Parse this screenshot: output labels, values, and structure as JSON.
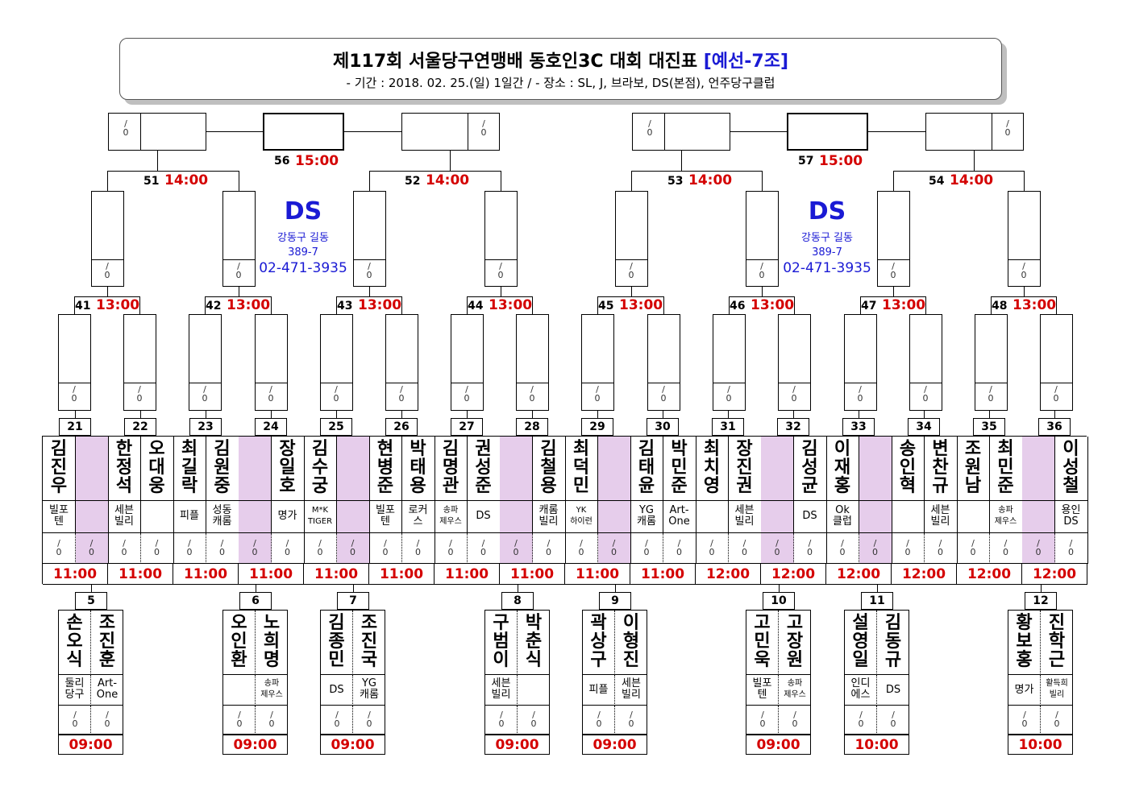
{
  "header": {
    "title_main": "제117회 서울당구연맹배 동호인3C 대회 대진표",
    "title_group": "[예선-7조]",
    "subtitle": "- 기간 : 2018. 02. 25.(일) 1일간 / - 장소 : SL, J, 브라보, DS(본점), 언주당구클럽"
  },
  "score_placeholder": "/\n0",
  "finals": [
    {
      "num": "56",
      "time": "15:00"
    },
    {
      "num": "57",
      "time": "15:00"
    }
  ],
  "semis": [
    {
      "num": "51",
      "time": "14:00"
    },
    {
      "num": "52",
      "time": "14:00"
    },
    {
      "num": "53",
      "time": "14:00"
    },
    {
      "num": "54",
      "time": "14:00"
    }
  ],
  "venue_blocks": [
    {
      "name": "DS",
      "address1": "강동구 길동",
      "address2": "389-7",
      "phone": "02-471-3935"
    },
    {
      "name": "DS",
      "address1": "강동구 길동",
      "address2": "389-7",
      "phone": "02-471-3935"
    }
  ],
  "round2": [
    {
      "num": "41",
      "time": "13:00"
    },
    {
      "num": "42",
      "time": "13:00"
    },
    {
      "num": "43",
      "time": "13:00"
    },
    {
      "num": "44",
      "time": "13:00"
    },
    {
      "num": "45",
      "time": "13:00"
    },
    {
      "num": "46",
      "time": "13:00"
    },
    {
      "num": "47",
      "time": "13:00"
    },
    {
      "num": "48",
      "time": "13:00"
    }
  ],
  "round1": [
    {
      "num": "21",
      "time": "11:00",
      "players": [
        {
          "name": "김진우",
          "club": "빌포\n텐"
        },
        {
          "name": "",
          "club": "",
          "empty": true
        }
      ]
    },
    {
      "num": "22",
      "time": "11:00",
      "players": [
        {
          "name": "한정석",
          "club": "세븐\n빌리"
        },
        {
          "name": "오대웅",
          "club": ""
        }
      ]
    },
    {
      "num": "23",
      "time": "11:00",
      "players": [
        {
          "name": "최길락",
          "club": "피플"
        },
        {
          "name": "김원중",
          "club": "성동\n캐롬"
        }
      ]
    },
    {
      "num": "24",
      "time": "11:00",
      "players": [
        {
          "name": "",
          "club": "",
          "empty": true
        },
        {
          "name": "장일호",
          "club": "명가"
        }
      ]
    },
    {
      "num": "25",
      "time": "11:00",
      "players": [
        {
          "name": "김수궁",
          "club": "M*K\nTIGER",
          "small": true
        },
        {
          "name": "",
          "club": "",
          "empty": true
        }
      ]
    },
    {
      "num": "26",
      "time": "11:00",
      "players": [
        {
          "name": "현병준",
          "club": "빌포\n텐"
        },
        {
          "name": "박태용",
          "club": "로커\n스"
        }
      ]
    },
    {
      "num": "27",
      "time": "11:00",
      "players": [
        {
          "name": "김명관",
          "club": "송파\n제우스",
          "small": true
        },
        {
          "name": "권성준",
          "club": "DS"
        }
      ]
    },
    {
      "num": "28",
      "time": "11:00",
      "players": [
        {
          "name": "",
          "club": "",
          "empty": true
        },
        {
          "name": "김철용",
          "club": "캐롬\n빌리"
        }
      ]
    },
    {
      "num": "29",
      "time": "11:00",
      "players": [
        {
          "name": "최덕민",
          "club": "YK\n하이런",
          "small": true
        },
        {
          "name": "",
          "club": "",
          "empty": true
        }
      ]
    },
    {
      "num": "30",
      "time": "11:00",
      "players": [
        {
          "name": "김태윤",
          "club": "YG\n캐롬"
        },
        {
          "name": "박민준",
          "club": "Art-\nOne"
        }
      ]
    },
    {
      "num": "31",
      "time": "12:00",
      "players": [
        {
          "name": "최치영",
          "club": ""
        },
        {
          "name": "장진권",
          "club": "세븐\n빌리"
        }
      ]
    },
    {
      "num": "32",
      "time": "12:00",
      "players": [
        {
          "name": "",
          "club": "",
          "empty": true
        },
        {
          "name": "김성균",
          "club": "DS"
        }
      ]
    },
    {
      "num": "33",
      "time": "12:00",
      "players": [
        {
          "name": "이재홍",
          "club": "Ok\n클럽"
        },
        {
          "name": "",
          "club": "",
          "empty": true
        }
      ]
    },
    {
      "num": "34",
      "time": "12:00",
      "players": [
        {
          "name": "송인혁",
          "club": ""
        },
        {
          "name": "변찬규",
          "club": "세븐\n빌리"
        }
      ]
    },
    {
      "num": "35",
      "time": "12:00",
      "players": [
        {
          "name": "조원남",
          "club": ""
        },
        {
          "name": "최민준",
          "club": "송파\n제우스",
          "small": true
        }
      ]
    },
    {
      "num": "36",
      "time": "12:00",
      "players": [
        {
          "name": "",
          "club": "",
          "empty": true
        },
        {
          "name": "이성철",
          "club": "용인\nDS"
        }
      ]
    }
  ],
  "prelims": [
    {
      "num": "5",
      "time": "09:00",
      "players": [
        {
          "name": "손오식",
          "club": "둘리\n당구"
        },
        {
          "name": "조진훈",
          "club": "Art-\nOne"
        }
      ]
    },
    {
      "num": "6",
      "time": "09:00",
      "players": [
        {
          "name": "오인환",
          "club": ""
        },
        {
          "name": "노희명",
          "club": "송파\n제우스",
          "small": true
        }
      ]
    },
    {
      "num": "7",
      "time": "09:00",
      "players": [
        {
          "name": "김종민",
          "club": "DS"
        },
        {
          "name": "조진국",
          "club": "YG\n캐롬"
        }
      ]
    },
    {
      "num": "8",
      "time": "09:00",
      "players": [
        {
          "name": "구범이",
          "club": "세븐\n빌리"
        },
        {
          "name": "박춘식",
          "club": ""
        }
      ]
    },
    {
      "num": "9",
      "time": "09:00",
      "players": [
        {
          "name": "곽상구",
          "club": "피플"
        },
        {
          "name": "이형진",
          "club": "세븐\n빌리"
        }
      ]
    },
    {
      "num": "10",
      "time": "09:00",
      "players": [
        {
          "name": "고민욱",
          "club": "빌포\n텐"
        },
        {
          "name": "고장원",
          "club": "송파\n제우스",
          "small": true
        }
      ]
    },
    {
      "num": "11",
      "time": "10:00",
      "players": [
        {
          "name": "설영일",
          "club": "인디\n에스"
        },
        {
          "name": "김동규",
          "club": "DS"
        }
      ]
    },
    {
      "num": "12",
      "time": "10:00",
      "players": [
        {
          "name": "황보홍",
          "club": "명가"
        },
        {
          "name": "진학근",
          "club": "활득희\n빌리",
          "small": true
        }
      ]
    }
  ]
}
